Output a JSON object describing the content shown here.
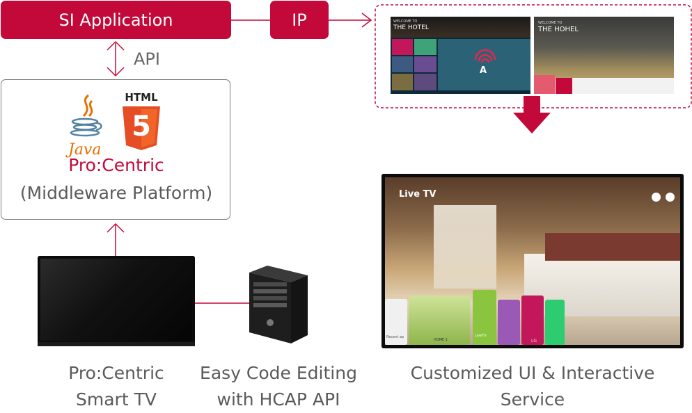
{
  "si_application": {
    "label": "SI Application"
  },
  "ip_box": {
    "label": "IP"
  },
  "api": {
    "label": "API"
  },
  "platform": {
    "java_label": "Java",
    "html_label": "HTML",
    "html_number": "5",
    "name": "Pro:Centric",
    "subtitle": "(Middleware Platform)"
  },
  "captions": {
    "smart_tv": [
      "Pro:Centric",
      "Smart TV"
    ],
    "code_editing": [
      "Easy Code Editing",
      "with HCAP API"
    ],
    "custom_ui": [
      "Customized UI & Interactive",
      "Service"
    ]
  },
  "screens": {
    "left": {
      "welcome": "WELCOME TO",
      "title": "THE HOTEL",
      "center_letter": "A"
    },
    "right": {
      "welcome": "WELCOME TO",
      "title": "THE HOHEL"
    }
  },
  "main_tv": {
    "live_label": "Live TV",
    "tiles": [
      "Recent ap",
      "HOME 1",
      "LiveTV"
    ],
    "brand": "LG"
  },
  "colors": {
    "accent": "#c3093a",
    "line": "#c3093a",
    "text": "#5a5a5a",
    "tile_green": "#8bc53f",
    "tile_purple": "#8e44ad",
    "tile_pink": "#c2185b",
    "tile_teal": "#2ecc71"
  }
}
